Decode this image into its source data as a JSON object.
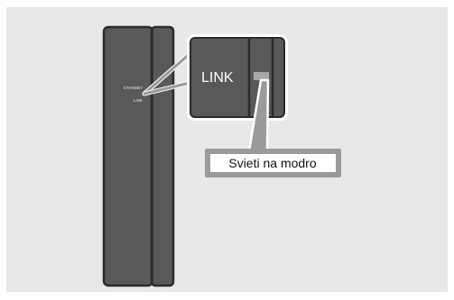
{
  "device": {
    "standby_label": "STANDBY",
    "link_label": "LINK"
  },
  "zoom_panel": {
    "link_label": "LINK"
  },
  "callout": {
    "text": "Svieti na modro"
  },
  "colors": {
    "panel_background": "#e8e8e8",
    "device_body": "#595959",
    "device_outline": "#2b2b2b",
    "leader_lines": "#9a9a9a",
    "led_indicator": "#a8a8a8"
  }
}
